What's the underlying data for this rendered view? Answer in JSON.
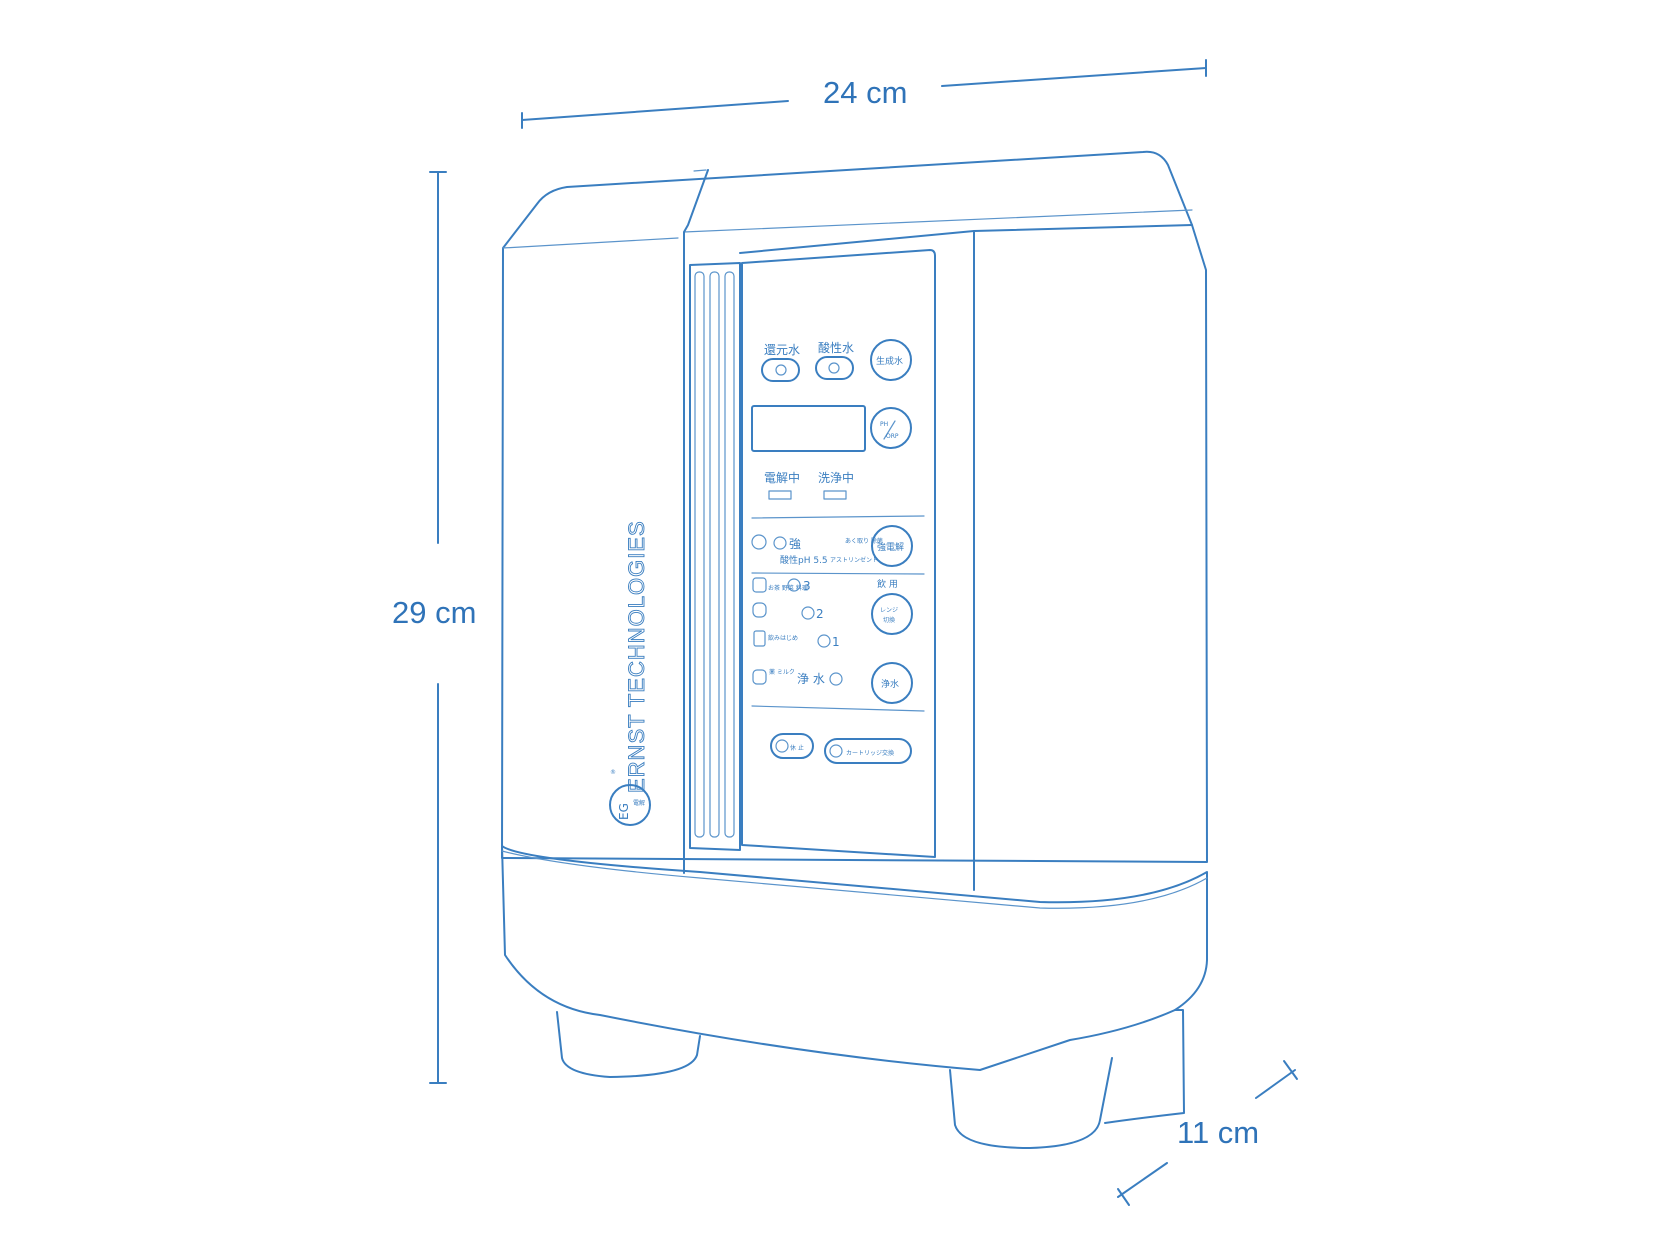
{
  "dimensions": {
    "width": "24 cm",
    "height": "29 cm",
    "depth": "11 cm"
  },
  "device": {
    "brand": "ERNST TECHNOLOGIES",
    "logo_text": "EG",
    "logo_chars": "電解",
    "registered": "®",
    "panel": {
      "reduced_water": "還元水",
      "acidic_water": "酸性水",
      "generate_button": "生成水",
      "ph_orp_button_top": "PH",
      "ph_orp_button_bottom": "ORP",
      "electrolyzing": "電解中",
      "cleaning": "洗浄中",
      "strong_label": "強",
      "acid_ph": "酸性pH 5.5",
      "astringent_small": "あく取り 除菌",
      "astringent": "アストリンゼント",
      "strong_electrolysis_button": "強電解",
      "drinking_label": "飲 用",
      "level_3": "3",
      "level_2": "2",
      "level_1": "1",
      "cooking_small": "お茶 野菜 料理",
      "first_drink_small": "飲みはじめ",
      "milk_small": "薬 ミルク",
      "purified_water_label": "浄 水",
      "range_switch_button_top": "レンジ",
      "range_switch_button_bottom": "切換",
      "purified_water_button": "浄水",
      "pause_button": "休 止",
      "cartridge_button": "カートリッジ交換"
    }
  }
}
